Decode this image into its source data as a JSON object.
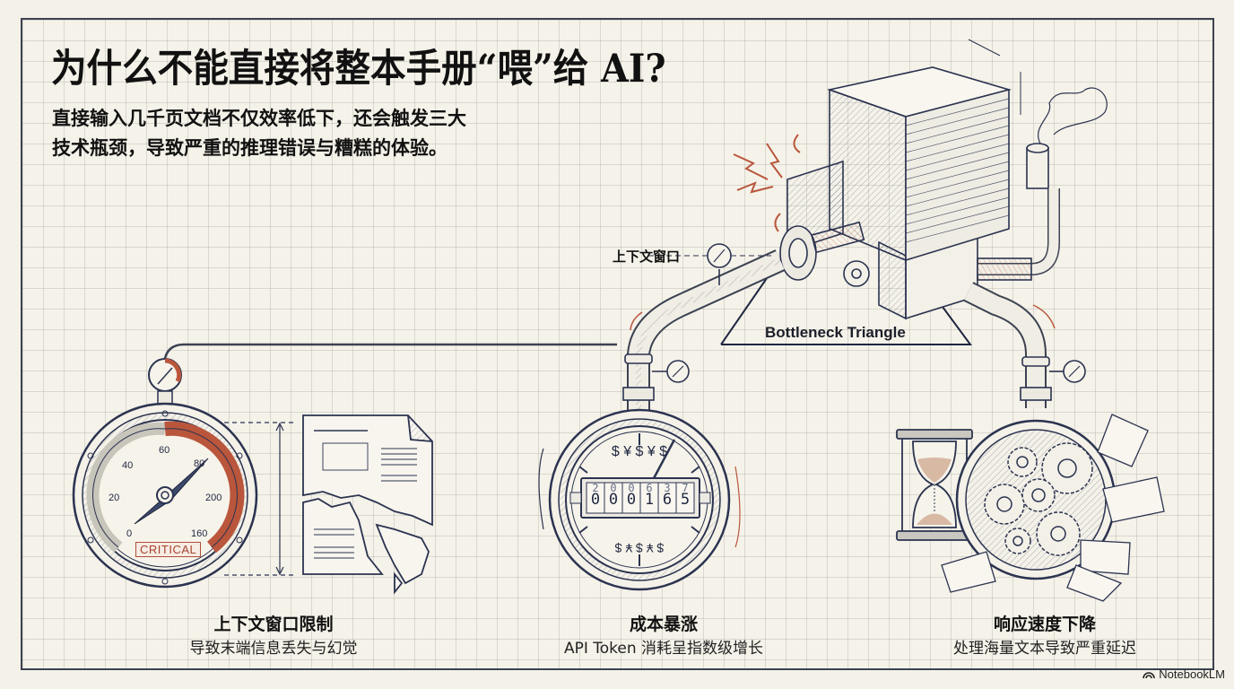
{
  "header": {
    "title": "为什么不能直接将整本手册“喂”给 AI?",
    "subtitle_lines": [
      "直接输入几千页文档不仅效率低下，还会触发三大",
      "技术瓶颈，导致严重的推理错误与糟糕的体验。"
    ]
  },
  "diagram": {
    "context_window_label": "上下文窗口",
    "bottleneck_label": "Bottleneck Triangle",
    "gauge": {
      "ticks": [
        "0",
        "20",
        "40",
        "60",
        "80",
        "200",
        "160"
      ],
      "status": "CRITICAL"
    },
    "counter": {
      "digits": [
        "0",
        "0",
        "0",
        "1",
        "6",
        "5"
      ],
      "upper_digits": [
        "2",
        "0",
        "0",
        "6",
        "3",
        "7"
      ]
    }
  },
  "bottlenecks": [
    {
      "title": "上下文窗口限制",
      "desc": "导致末端信息丢失与幻觉",
      "icon": "pressure-gauge-icon"
    },
    {
      "title": "成本暴涨",
      "desc": "API Token 消耗呈指数级增长",
      "icon": "cost-meter-icon"
    },
    {
      "title": "响应速度下降",
      "desc": "处理海量文本导致严重延迟",
      "icon": "hourglass-gears-icon"
    }
  ],
  "footer": {
    "brand": "NotebookLM"
  },
  "colors": {
    "ink": "#2b3350",
    "accent": "#b9563c",
    "paper": "#f5f2e9",
    "border": "#3c4252"
  }
}
